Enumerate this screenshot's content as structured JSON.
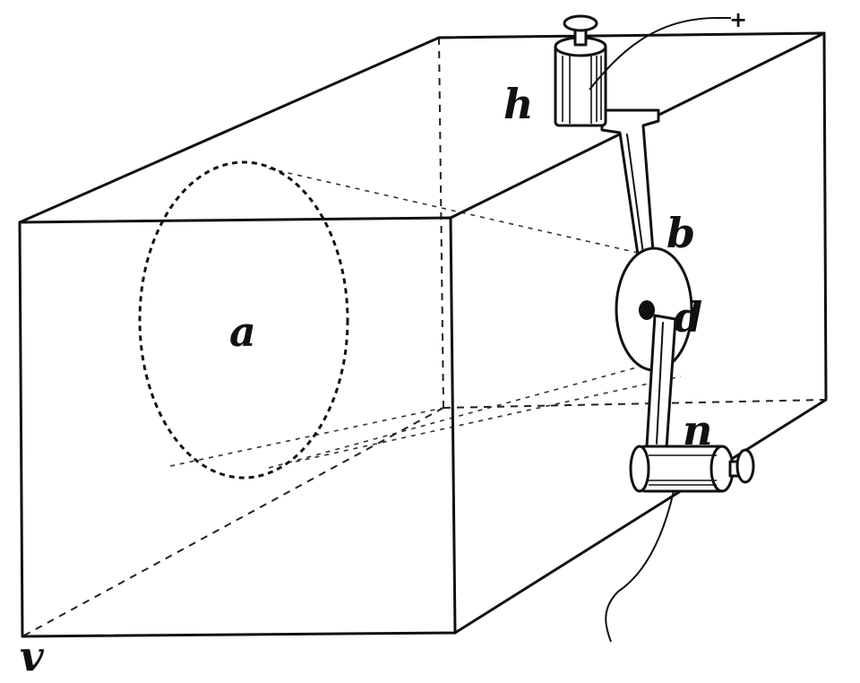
{
  "labels": {
    "a": "a",
    "b": "b",
    "d": "d",
    "h": "h",
    "n": "n",
    "v": "v",
    "plus": "+"
  },
  "parts": [
    "box",
    "inner-ellipse",
    "top-terminal",
    "bracket-arm",
    "disc",
    "lower-rod",
    "bottom-terminal",
    "thumb-screw",
    "wires"
  ]
}
